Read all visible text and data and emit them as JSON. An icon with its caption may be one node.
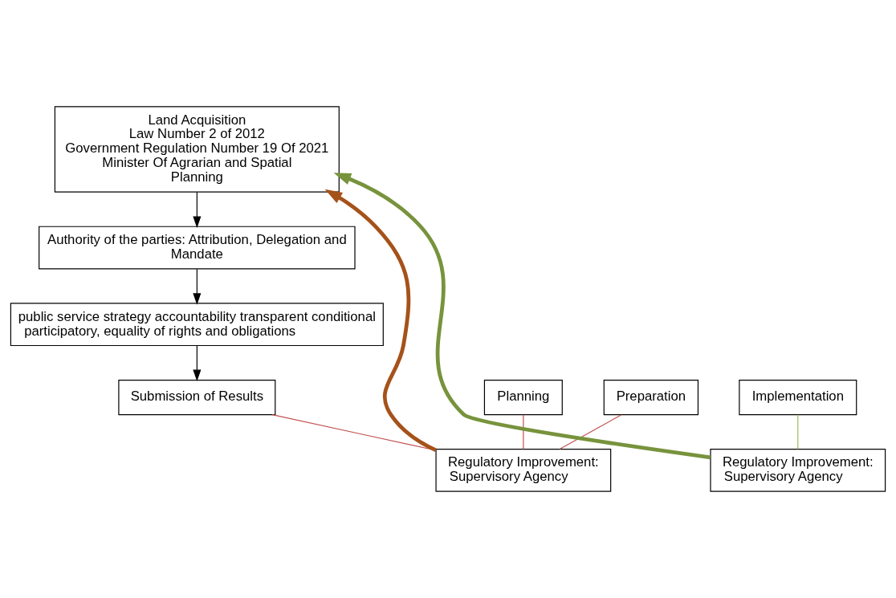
{
  "diagram": {
    "nodes": [
      {
        "text": [
          "Land Acquisition",
          "Law Number 2 of 2012",
          "Government Regulation Number 19 Of 2021",
          "Minister Of Agrarian and Spatial Planning"
        ]
      },
      {
        "text": [
          "Authority of the parties: Attribution, Delegation and Mandate"
        ]
      },
      {
        "text": [
          "public service strategy accountability transparent conditional participatory, equality of rights and obligations"
        ]
      },
      {
        "text": [
          "Planning"
        ]
      },
      {
        "text": [
          "Preparation"
        ]
      },
      {
        "text": [
          "Implementation"
        ]
      },
      {
        "text": [
          "Submission of Results"
        ]
      },
      {
        "text": [
          "Regulatory Improvement: Supervisory Agency"
        ]
      },
      {
        "text": [
          "Regulatory Improvement: Supervisory Agency"
        ]
      }
    ],
    "edges": [
      {
        "from": 0,
        "to": 1,
        "arrow": "to"
      },
      {
        "from": 1,
        "to": 2,
        "arrow": "to"
      },
      {
        "from": 2,
        "to": 6,
        "arrow": "to"
      },
      {
        "from": 3,
        "to": 7,
        "arrow": "none",
        "color": "#c0504d"
      },
      {
        "from": 4,
        "to": 7,
        "arrow": "none",
        "color": "#c0504d"
      },
      {
        "from": 6,
        "to": 7,
        "arrow": "none",
        "color": "#c0504d"
      },
      {
        "from": 5,
        "to": 8,
        "arrow": "none",
        "color": "#9bbb59"
      },
      {
        "from": 7,
        "to": 0,
        "arrow": "to",
        "style": "thick",
        "color": "#a5521a"
      },
      {
        "from": 8,
        "to": 0,
        "arrow": "to",
        "style": "thick",
        "color": "#77933c"
      }
    ]
  }
}
